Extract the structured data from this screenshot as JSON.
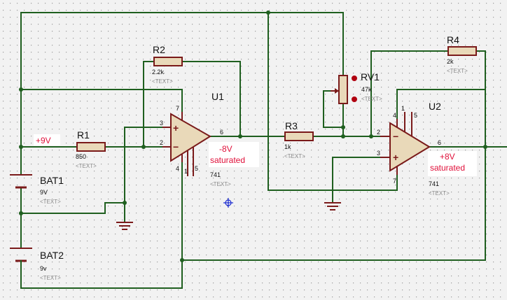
{
  "components": {
    "r1": {
      "ref": "R1",
      "value": "850",
      "text": "<TEXT>"
    },
    "r2": {
      "ref": "R2",
      "value": "2.2k",
      "text": "<TEXT>"
    },
    "r3": {
      "ref": "R3",
      "value": "1k",
      "text": "<TEXT>"
    },
    "r4": {
      "ref": "R4",
      "value": "2k",
      "text": "<TEXT>"
    },
    "rv1": {
      "ref": "RV1",
      "value": "47k",
      "text": "<TEXT>"
    },
    "u1": {
      "ref": "U1",
      "value": "741",
      "text": "<TEXT>"
    },
    "u2": {
      "ref": "U2",
      "value": "741",
      "text": "<TEXT>"
    },
    "bat1": {
      "ref": "BAT1",
      "value": "9V",
      "text": "<TEXT>"
    },
    "bat2": {
      "ref": "BAT2",
      "value": "9v",
      "text": "<TEXT>"
    }
  },
  "pins": {
    "u1": {
      "p2": "2",
      "p3": "3",
      "p4": "4",
      "p5": "5",
      "p6": "6",
      "p7": "7",
      "p1": "1"
    },
    "u2": {
      "p2": "2",
      "p3": "3",
      "p4": "4",
      "p5": "5",
      "p6": "6",
      "p7": "7",
      "p1": "1"
    }
  },
  "opamp_signs": {
    "plus": "+",
    "minus": "−"
  },
  "annotations": {
    "supply": "+9V",
    "u1_out_line1": "-8V",
    "u1_out_line2": "saturated",
    "u2_out_line1": "+8V",
    "u2_out_line2": "saturated"
  },
  "colors": {
    "wire": "#1f5f1f",
    "component": "#7a1a1a",
    "annotation": "#e0103a",
    "probe": "#b00010"
  }
}
